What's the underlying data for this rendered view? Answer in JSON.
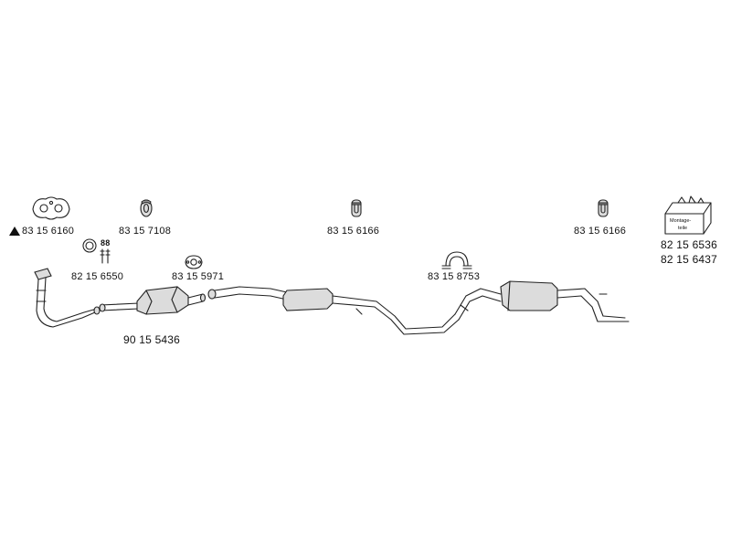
{
  "labels": {
    "gasket_front": "83 15 6160",
    "hanger_ring_1": "83 15 7108",
    "ring_bolt": "82 15 6550",
    "gasket_cat": "83 15 5971",
    "front_pipe": "90 15 5436",
    "hanger_middle": "83 15 6166",
    "clamp_rear": "83 15  8753",
    "hanger_rear": "83 15 6166",
    "kit_1": "82 15 6536",
    "kit_2": "82 15 6437"
  },
  "kit_box_text": [
    "Montage-",
    "teile"
  ],
  "bolt_glyph_text": "88",
  "colors": {
    "line": "#222222",
    "fill": "#dcdcdc",
    "text": "#111111"
  }
}
